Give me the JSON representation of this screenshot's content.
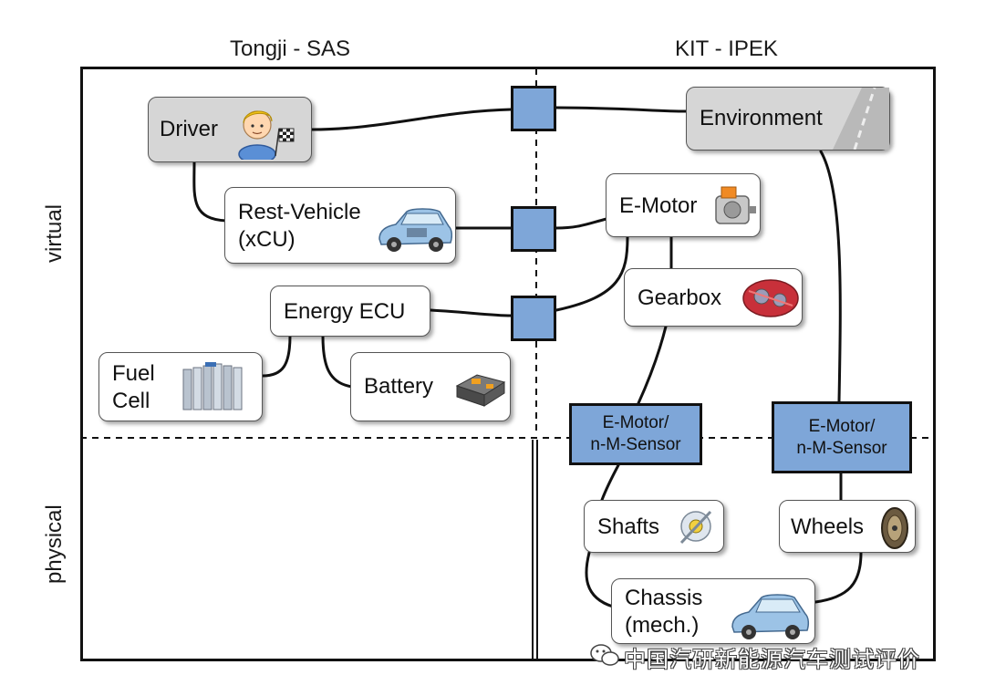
{
  "columns": {
    "left": "Tongji - SAS",
    "right": "KIT - IPEK"
  },
  "rows": {
    "top": "virtual",
    "bottom": "physical"
  },
  "nodes": {
    "driver": "Driver",
    "environment": "Environment",
    "rest_vehicle": "Rest-Vehicle\n(xCU)",
    "e_motor": "E-Motor",
    "energy_ecu": "Energy ECU",
    "gearbox": "Gearbox",
    "fuel_cell": "Fuel\nCell",
    "battery": "Battery",
    "sensor_left": "E-Motor/\nn-M-Sensor",
    "sensor_right": "E-Motor/\nn-M-Sensor",
    "shafts": "Shafts",
    "wheels": "Wheels",
    "chassis": "Chassis\n(mech.)"
  },
  "watermark": "中国汽研新能源汽车测试评价",
  "colors": {
    "interface": "#7ea6d8",
    "virtual_box": "#d6d6d6",
    "line": "#111111"
  },
  "icons": [
    "driver-person-icon",
    "road-icon",
    "car-icon",
    "e-motor-icon",
    "gearbox-icon",
    "fuel-cell-icon",
    "battery-icon",
    "shaft-icon",
    "wheel-icon",
    "wechat-icon"
  ]
}
